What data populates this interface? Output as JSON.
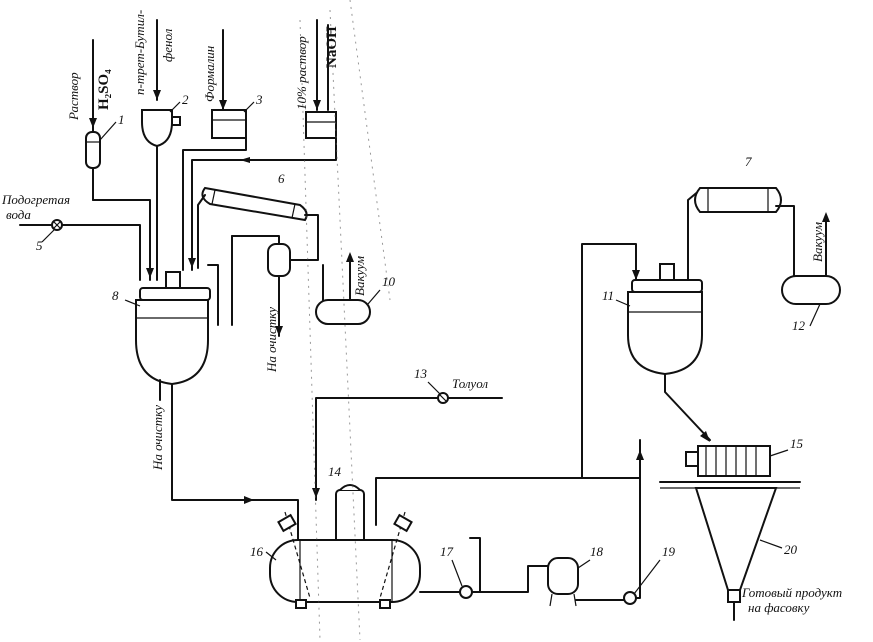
{
  "labels": {
    "h2so4_solution_1": "Раствор",
    "h2so4_solution_2": "H₂SO₄",
    "butylphenol_1": "п-трет-Бутил-",
    "butylphenol_2": "фенол",
    "formalin": "Формалин",
    "naoh_solution_1": "10% раствор",
    "naoh_solution_2": "NaOH",
    "heated_water_1": "Подогретая",
    "heated_water_2": "вода",
    "to_cleaning_a": "На очистку",
    "to_cleaning_b": "На очистку",
    "vacuum_a": "Вакуум",
    "vacuum_b": "Вакуум",
    "toluene": "Толуол",
    "product_1": "Готовый продукт",
    "product_2": "на фасовку"
  },
  "numbers": {
    "n1": "1",
    "n2": "2",
    "n3": "3",
    "n5": "5",
    "n6": "6",
    "n7": "7",
    "n8": "8",
    "n10": "10",
    "n11": "11",
    "n12": "12",
    "n13": "13",
    "n14": "14",
    "n15": "15",
    "n16": "16",
    "n17": "17",
    "n18": "18",
    "n19": "19",
    "n20": "20"
  }
}
